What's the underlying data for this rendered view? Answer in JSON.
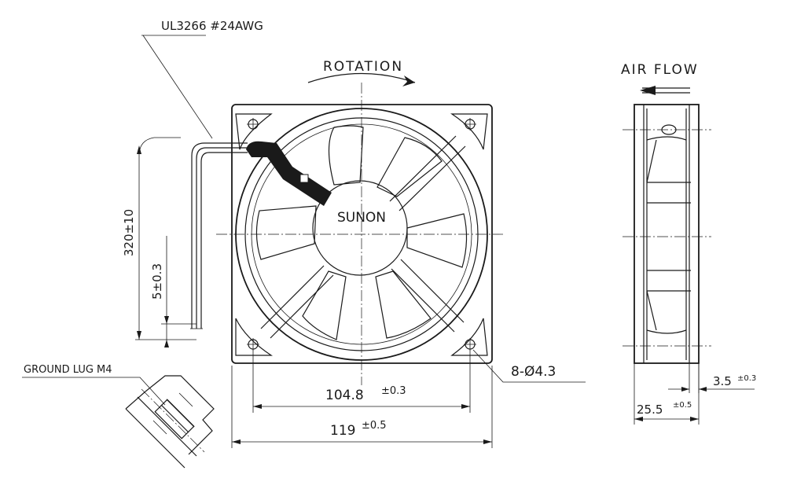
{
  "labels": {
    "cable": "UL3266  #24AWG",
    "rotation": "ROTATION",
    "air_flow": "AIR FLOW",
    "brand": "SUNON",
    "ground_lug": "GROUND LUG M4",
    "holes": "8-Ø4.3"
  },
  "dimensions": {
    "lead_length": "320±10",
    "strip_length": "5±0.3",
    "hole_pitch": "104.8",
    "hole_pitch_tol": "±0.3",
    "frame_width": "119",
    "frame_width_tol": "±0.5",
    "flange_thickness": "3.5",
    "flange_thickness_tol": "±0.3",
    "depth": "25.5",
    "depth_tol": "±0.5"
  },
  "colors": {
    "ink": "#1a1a1a",
    "paper": "#ffffff"
  }
}
